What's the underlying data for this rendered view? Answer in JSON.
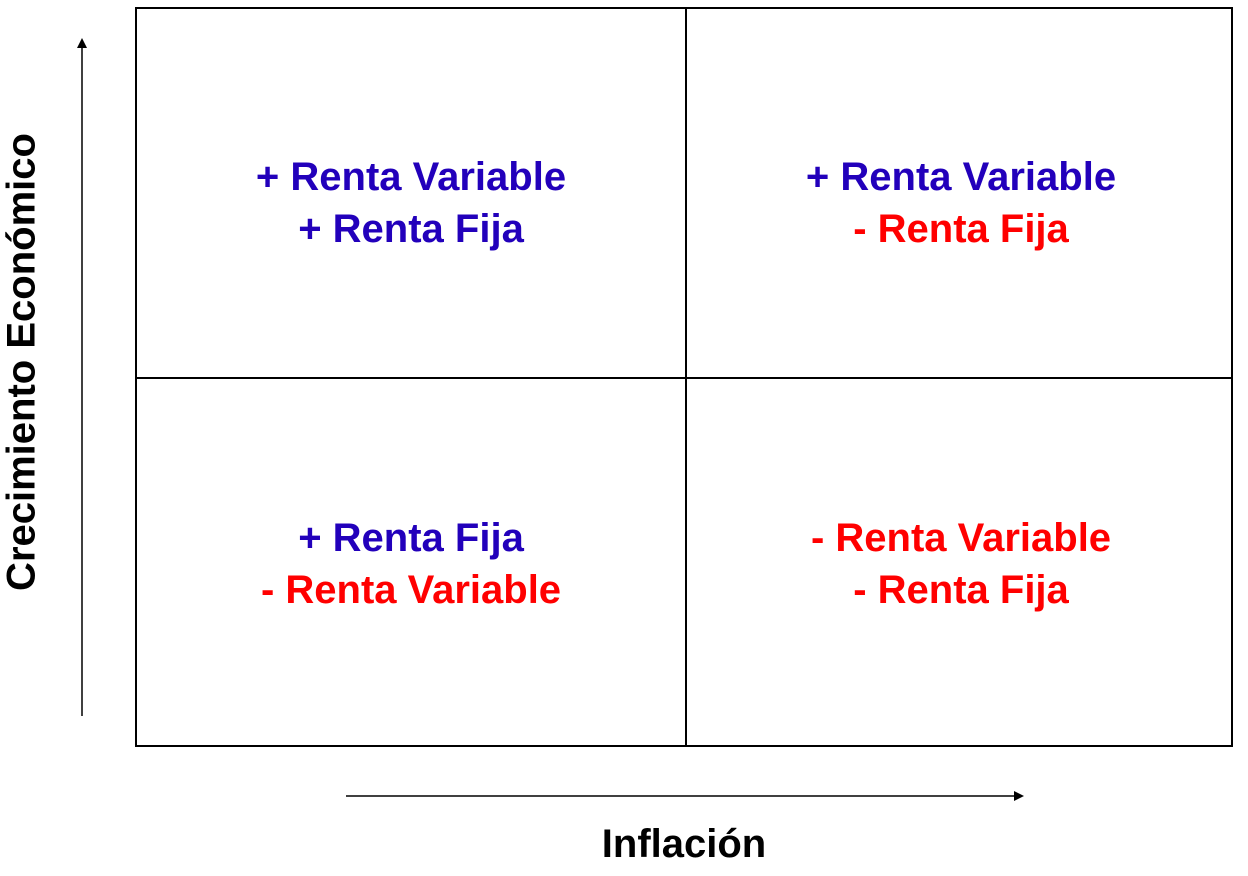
{
  "axes": {
    "y_label": "Crecimiento Económico",
    "x_label": "Inflación"
  },
  "colors": {
    "positive": "#2200bb",
    "negative": "#ff0000",
    "lines": "#000000"
  },
  "quadrants": {
    "top_left": {
      "line1": {
        "text": "+ Renta Variable",
        "tone": "positive"
      },
      "line2": {
        "text": "+ Renta Fija",
        "tone": "positive"
      }
    },
    "top_right": {
      "line1": {
        "text": "+ Renta Variable",
        "tone": "positive"
      },
      "line2": {
        "text": "- Renta Fija",
        "tone": "negative"
      }
    },
    "bottom_left": {
      "line1": {
        "text": "+ Renta Fija",
        "tone": "positive"
      },
      "line2": {
        "text": "- Renta Variable",
        "tone": "negative"
      }
    },
    "bottom_right": {
      "line1": {
        "text": "- Renta Variable",
        "tone": "negative"
      },
      "line2": {
        "text": "- Renta Fija",
        "tone": "negative"
      }
    }
  }
}
